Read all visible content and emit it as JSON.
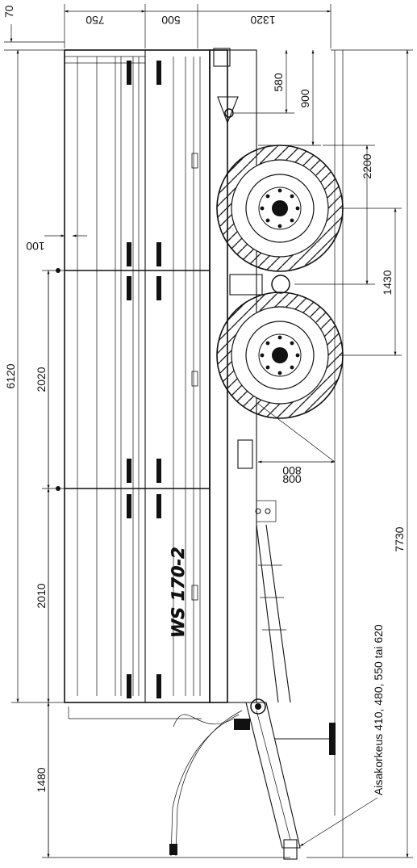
{
  "diagram": {
    "model_label": "WS 170-2",
    "height_note": "Aisakorkeus 410, 480, 550 tai 620",
    "dimensions": {
      "top_70": "70",
      "top_750": "750",
      "top_500": "500",
      "top_1320": "1320",
      "d_580": "580",
      "d_900": "900",
      "d_2200": "2200",
      "d_1430": "1430",
      "d_100": "100",
      "d_800": "800",
      "d_6120": "6120",
      "d_2020": "2020",
      "d_2010": "2010",
      "d_1480": "1480",
      "d_7730": "7730"
    }
  }
}
